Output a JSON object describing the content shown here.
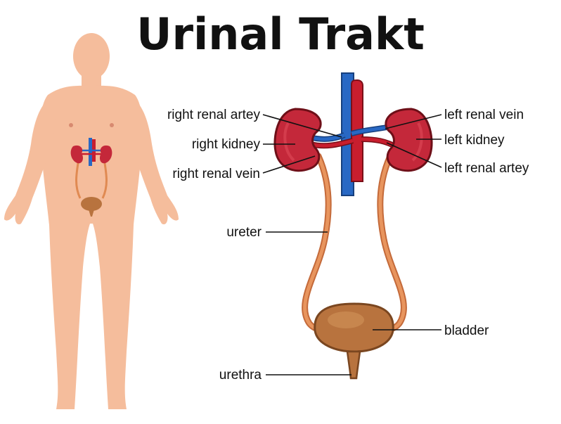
{
  "title": "Urinal Trakt",
  "labels": {
    "right_renal_artery": "right renal artey",
    "right_kidney": "right kidney",
    "right_renal_vein": "right renal vein",
    "left_renal_vein": "left renal vein",
    "left_kidney": "left kidney",
    "left_renal_artery": "left renal artey",
    "ureter": "ureter",
    "bladder": "bladder",
    "urethra": "urethra"
  },
  "colors": {
    "skin": "#f5bd9c",
    "kidney": "#c4283a",
    "vein": "#2868c4",
    "artery": "#c81e2e",
    "ureter": "#e08a52",
    "bladder": "#b8733e"
  }
}
